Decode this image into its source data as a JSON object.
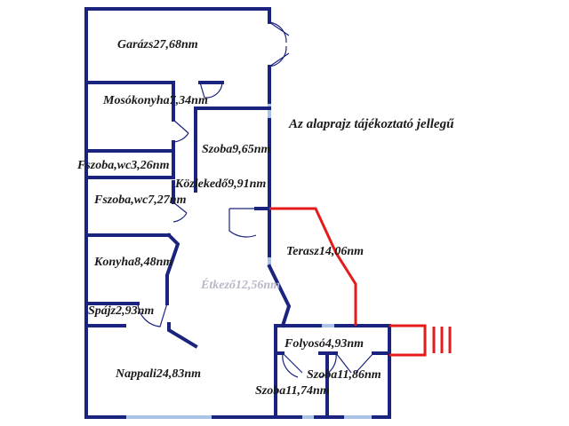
{
  "note": "Az alaprajz tájékoztató jellegű",
  "rooms": {
    "garazs": "Garázs27,68nm",
    "mosokonyha": "Mosókonyha7,34nm",
    "szoba_a": "Szoba9,65nm",
    "fszoba_wc1": "Fszoba,wc3,26nm",
    "kozleked": "Közlekedő9,91nm",
    "fszoba_wc2": "Fszoba,wc7,27nm",
    "terasz": "Terasz14,06nm",
    "konyha": "Konyha8,48nm",
    "etkezo": "Étkező12,56nm",
    "spajz": "Spájz2,93nm",
    "folyoso": "Folyosó4,93nm",
    "nappali": "Nappali24,83nm",
    "szoba_b": "Szoba11,86nm",
    "szoba_c": "Szoba11,74nm"
  },
  "colors": {
    "wall": "#1a237e",
    "terrace": "#e31b1b",
    "window": "#a9c4e6"
  }
}
